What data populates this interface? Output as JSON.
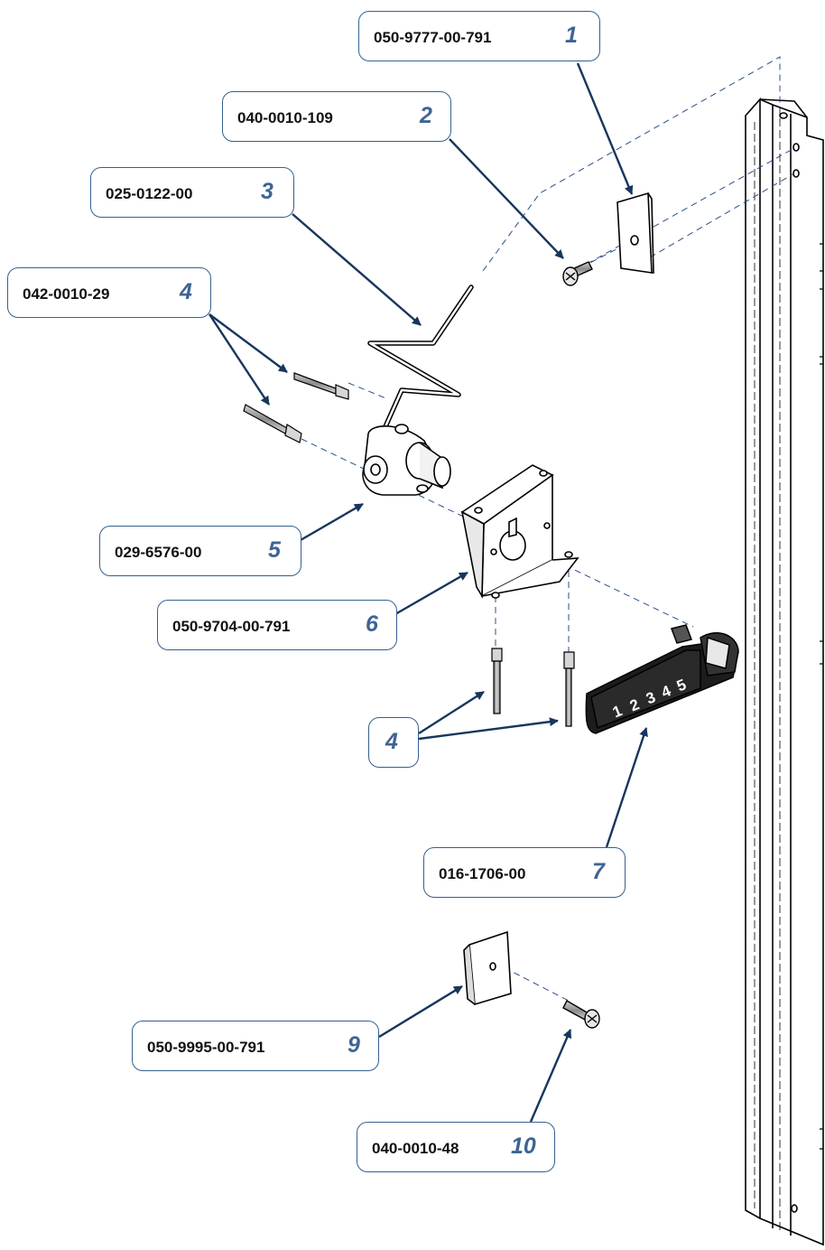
{
  "callouts": [
    {
      "part": "050-9777-00-791",
      "item": "1"
    },
    {
      "part": "040-0010-109",
      "item": "2"
    },
    {
      "part": "025-0122-00",
      "item": "3"
    },
    {
      "part": "042-0010-29",
      "item": "4"
    },
    {
      "part": "029-6576-00",
      "item": "5"
    },
    {
      "part": "050-9704-00-791",
      "item": "6"
    },
    {
      "part": "",
      "item": "4"
    },
    {
      "part": "016-1706-00",
      "item": "7"
    },
    {
      "part": "050-9995-00-791",
      "item": "9"
    },
    {
      "part": "040-0010-48",
      "item": "10"
    }
  ],
  "keypad": {
    "digits": [
      "1",
      "2",
      "3",
      "4",
      "5"
    ]
  },
  "colors": {
    "callout_border": "#35608f",
    "leader": "#17365d",
    "item_number": "#3f6494",
    "part_number": "#111111",
    "line_art": "#000000"
  }
}
